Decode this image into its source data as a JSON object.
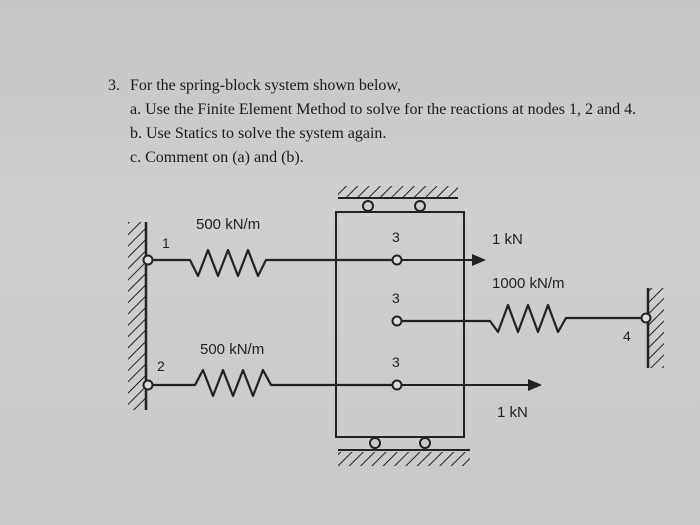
{
  "problem": {
    "number": "3.",
    "intro": "For the spring-block system shown below,",
    "parts": [
      {
        "label": "a.",
        "text": "Use the Finite Element Method to solve for the reactions at nodes 1, 2 and 4."
      },
      {
        "label": "b.",
        "text": "Use Statics to solve the system again."
      },
      {
        "label": "c.",
        "text": "Comment on (a) and (b)."
      }
    ]
  },
  "figure": {
    "spring_top_label": "500 kN/m",
    "spring_bottom_label": "500 kN/m",
    "spring_right_label": "1000 kN/m",
    "force_top_label": "1 kN",
    "force_bottom_label": "1 kN",
    "node_1": "1",
    "node_2": "2",
    "node_3a": "3",
    "node_3b": "3",
    "node_3c": "3",
    "node_4": "4"
  },
  "colors": {
    "ink": "#1b1b1b",
    "paper": "#c9c9c7"
  }
}
